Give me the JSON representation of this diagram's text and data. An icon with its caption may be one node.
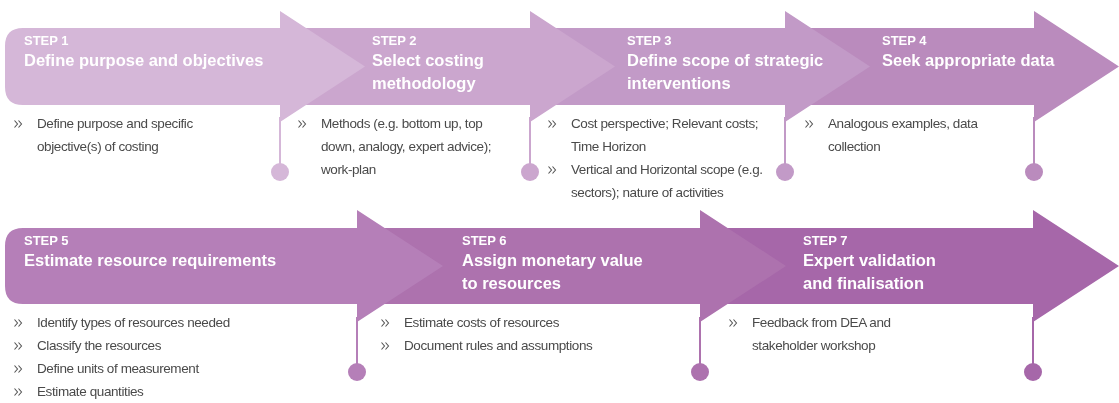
{
  "diagram": {
    "nodes": [
      {
        "text": [
          "STEP 1",
          "Define purpose and objectives"
        ],
        "beside": [
          "Define purpose and specific objective(s) of costing"
        ]
      },
      {
        "text": [
          "STEP 2",
          "Select costing methodology"
        ],
        "beside": [
          "Methods (e.g. bottom up, top down, analogy, expert advice); work-plan"
        ]
      },
      {
        "text": [
          "STEP 3",
          "Define scope of strategic interventions"
        ],
        "beside": [
          "Cost perspective; Relevant costs; Time Horizon",
          "Vertical and Horizontal scope (e.g. sectors); nature of activities"
        ]
      },
      {
        "text": [
          "STEP 4",
          "Seek appropriate data"
        ],
        "beside": [
          "Analogous examples, data collection"
        ]
      },
      {
        "text": [
          "STEP 5",
          "Estimate resource requirements"
        ],
        "beside": [
          "Identify types of resources needed",
          "Classify the resources",
          "Define units of measurement",
          "Estimate quantities"
        ]
      },
      {
        "text": [
          "STEP 6",
          "Assign monetary value to resources"
        ],
        "beside": [
          "Estimate costs of resources",
          "Document rules and assumptions"
        ]
      },
      {
        "text": [
          "STEP 7",
          "Expert validation and finalisation"
        ],
        "beside": [
          "Feedback from DEA and stakeholder workshop"
        ]
      }
    ]
  }
}
